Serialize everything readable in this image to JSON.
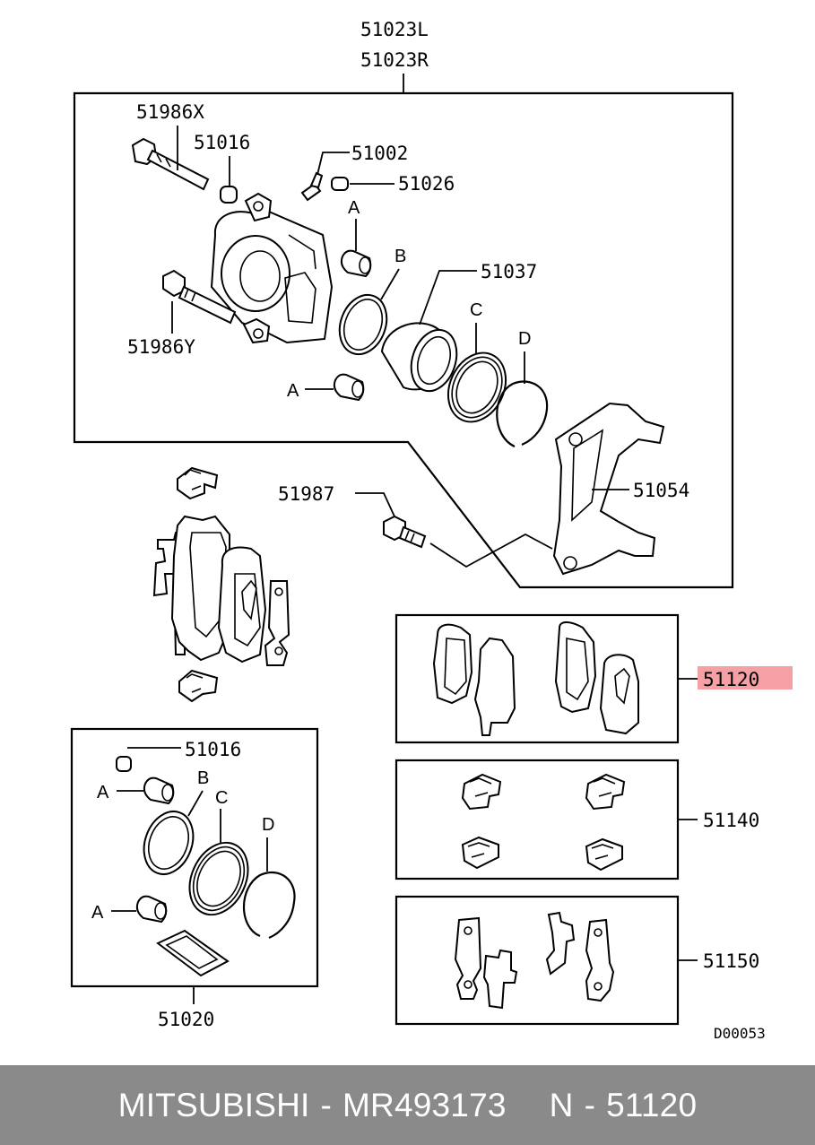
{
  "diagram": {
    "assembly_labels": {
      "left": "51023L",
      "right": "51023R"
    },
    "part_numbers": {
      "p51986X": "51986X",
      "p51016": "51016",
      "p51002": "51002",
      "p51026": "51026",
      "p51037": "51037",
      "p51986Y": "51986Y",
      "p51987": "51987",
      "p51054": "51054",
      "p51120": "51120",
      "p51140": "51140",
      "p51150": "51150",
      "p51020": "51020",
      "p51016_kit": "51016"
    },
    "letters": {
      "a": "A",
      "b": "B",
      "c": "C",
      "d": "D"
    },
    "reference_code": "D00053",
    "highlight_color": "#f4a0a4"
  },
  "footer": {
    "brand": "MITSUBISHI",
    "separator": "-",
    "part_code": "MR493173",
    "n_label": "N",
    "n_value": "51120"
  }
}
